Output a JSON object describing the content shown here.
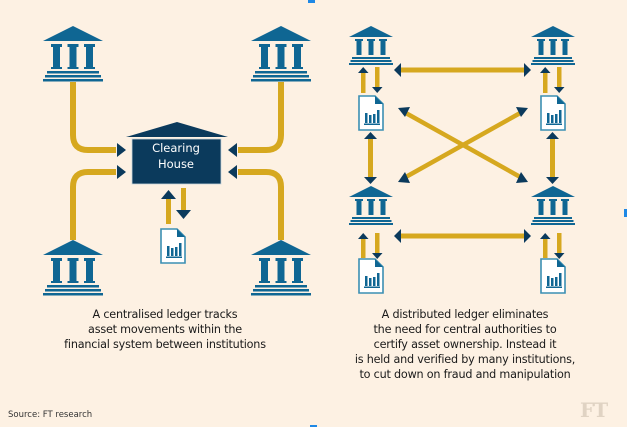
{
  "colors": {
    "background": "#fdf1e3",
    "bank": "#0f6693",
    "clearing_house": "#0b3a5c",
    "connector": "#d6a81f",
    "arrowhead": "#0b3a5c",
    "document_border": "#3b8fb3",
    "document_fill": "#ffffff",
    "caption_text": "#1a1a1a",
    "logo": "#e0d3c3"
  },
  "left_diagram": {
    "name": "centralised-ledger",
    "hub_label_lines": [
      "Clearing",
      "House"
    ],
    "nodes": [
      "bank-top-left",
      "bank-top-right",
      "bank-bottom-left",
      "bank-bottom-right"
    ],
    "hub_connections": "two-way with ledger document",
    "caption_lines": [
      "A centralised ledger tracks",
      "asset movements within the",
      "financial system between institutions"
    ]
  },
  "right_diagram": {
    "name": "distributed-ledger",
    "nodes": [
      "bank-top-left",
      "bank-top-right",
      "bank-bottom-left",
      "bank-bottom-right"
    ],
    "each_node_has_ledger_document": true,
    "caption_lines": [
      "A distributed ledger eliminates",
      "the need for central authorities to",
      "certify asset ownership. Instead it",
      "is held and verified by many institutions,",
      "to cut down on fraud and manipulation"
    ]
  },
  "footer": {
    "source": "Source: FT research",
    "logo": "FT"
  }
}
